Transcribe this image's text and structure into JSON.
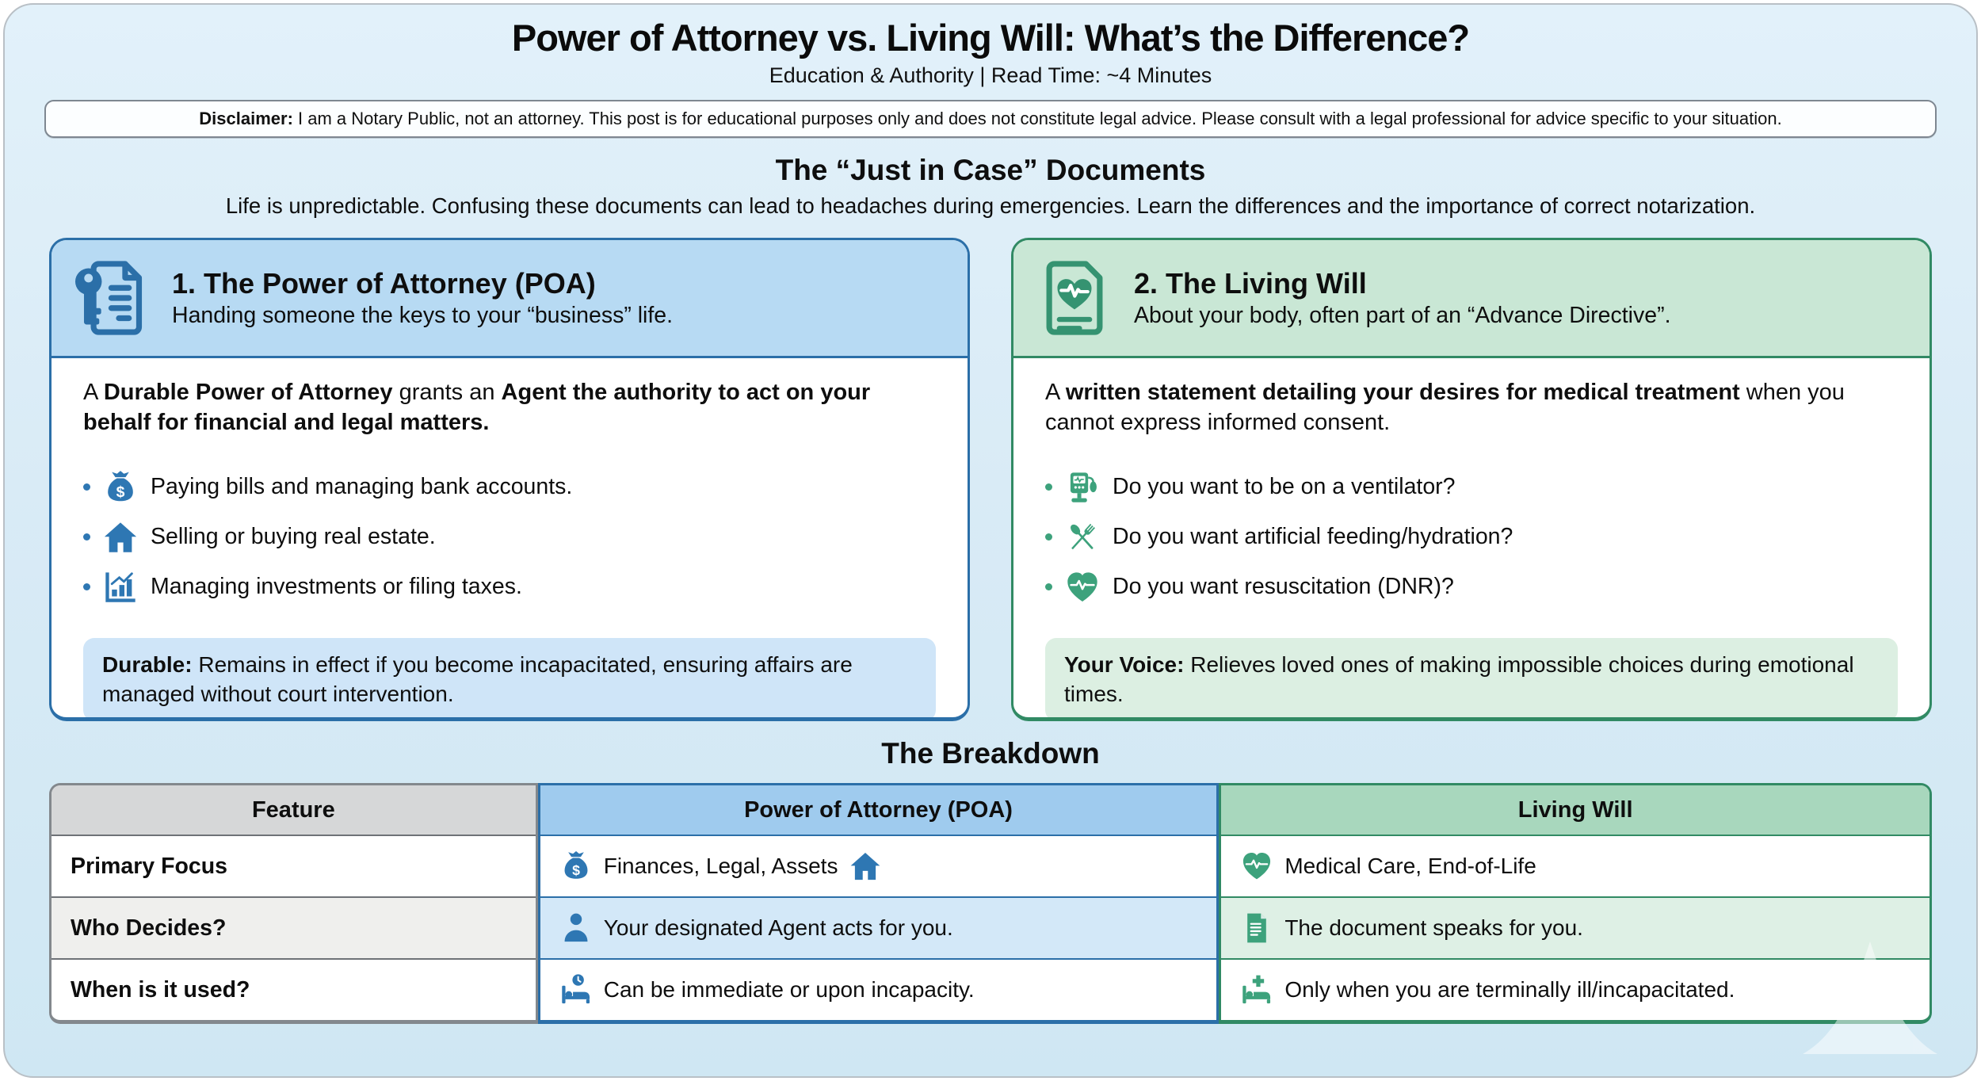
{
  "header": {
    "title": "Power of Attorney vs. Living Will: What’s the Difference?",
    "subtitle": "Education & Authority | Read Time: ~4 Minutes",
    "disclaimer": [
      {
        "t": "Disclaimer:",
        "b": true
      },
      {
        "t": " I am a Notary Public, not an attorney. This post is for educational purposes only and does not constitute legal advice. Please consult with a legal professional for advice specific to your situation.",
        "b": false
      }
    ]
  },
  "intro_section": {
    "heading": "The “Just in Case” Documents",
    "subtext": "Life is unpredictable. Confusing these documents can lead to headaches during emergencies. Learn the differences and the importance of correct notarization."
  },
  "cards": {
    "poa": {
      "icon": "key-document-icon",
      "title": "1. The Power of Attorney (POA)",
      "subtitle": "Handing someone the keys to your “business” life.",
      "intro": [
        {
          "t": "A ",
          "b": false
        },
        {
          "t": "Durable Power of Attorney",
          "b": true
        },
        {
          "t": " grants an ",
          "b": false
        },
        {
          "t": "Agent the authority to act on your behalf for financial and legal matters.",
          "b": true
        }
      ],
      "bullets": [
        {
          "icon": "money-bag-icon",
          "text": "Paying bills and managing bank accounts."
        },
        {
          "icon": "house-icon",
          "text": "Selling or buying real estate."
        },
        {
          "icon": "bar-chart-icon",
          "text": "Managing investments or filing taxes."
        }
      ],
      "highlight": [
        {
          "t": "Durable:",
          "b": true
        },
        {
          "t": " Remains in effect if you become incapacitated, ensuring affairs are managed without court intervention.",
          "b": false
        }
      ]
    },
    "living_will": {
      "icon": "heart-document-icon",
      "title": "2. The Living Will",
      "subtitle": "About your body, often part of an “Advance Directive”.",
      "intro": [
        {
          "t": "A ",
          "b": false
        },
        {
          "t": "written statement detailing your desires for medical treatment",
          "b": true
        },
        {
          "t": " when you cannot express informed consent.",
          "b": false
        }
      ],
      "bullets": [
        {
          "icon": "ventilator-icon",
          "text": "Do you want to be on a ventilator?"
        },
        {
          "icon": "utensils-icon",
          "text": "Do you want artificial feeding/hydration?"
        },
        {
          "icon": "heart-pulse-icon",
          "text": "Do you want resuscitation (DNR)?"
        }
      ],
      "highlight": [
        {
          "t": "Your Voice:",
          "b": true
        },
        {
          "t": " Relieves loved ones of making impossible choices during emotional times.",
          "b": false
        }
      ]
    }
  },
  "breakdown": {
    "heading": "The Breakdown",
    "columns": [
      "Feature",
      "Power of Attorney (POA)",
      "Living Will"
    ],
    "rows": [
      {
        "feature": "Primary Focus",
        "poa": {
          "icon_left": "money-bag-icon",
          "text": "Finances, Legal, Assets",
          "icon_right": "house-icon"
        },
        "lw": {
          "icon_left": "heart-pulse-icon",
          "text": "Medical Care, End-of-Life"
        }
      },
      {
        "feature": "Who Decides?",
        "poa": {
          "icon_left": "person-icon",
          "text": "Your designated Agent acts for you."
        },
        "lw": {
          "icon_left": "document-icon",
          "text": "The document speaks for you."
        }
      },
      {
        "feature": "When is it used?",
        "poa": {
          "icon_left": "bed-clock-icon",
          "text": "Can be immediate or upon incapacity."
        },
        "lw": {
          "icon_left": "bed-plus-icon",
          "text": "Only when you are terminally ill/incapacitated."
        }
      }
    ]
  },
  "colors": {
    "poa_accent": "#2b6fa8",
    "poa_icon": "#2e77b3",
    "poa_header_bg": "#b7daf3",
    "poa_box_bg": "#cfe5f8",
    "poa_table_header_bg": "#9fcbee",
    "lw_accent": "#318a64",
    "lw_icon": "#3da27c",
    "lw_header_bg": "#c9e7d5",
    "lw_box_bg": "#dcefe2",
    "lw_table_header_bg": "#a8d7bd",
    "feature_header_bg": "#d6d7d8",
    "page_bg": "#d9ebf6"
  }
}
